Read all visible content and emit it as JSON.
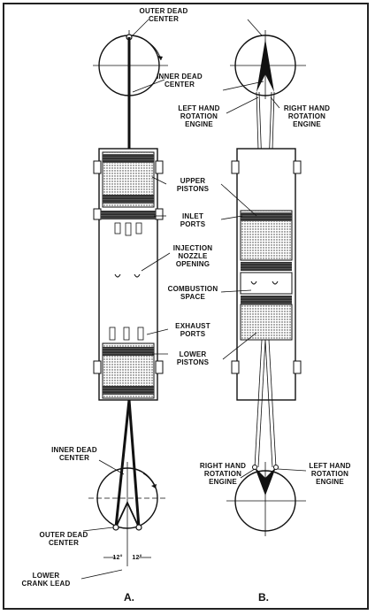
{
  "panels": {
    "a": "A.",
    "b": "B."
  },
  "labels": {
    "outer_dead_center_top": [
      "OUTER DEAD",
      "CENTER"
    ],
    "inner_dead_center_top": [
      "INNER DEAD",
      "CENTER"
    ],
    "left_hand_rotation_engine_top": [
      "LEFT HAND",
      "ROTATION",
      "ENGINE"
    ],
    "right_hand_rotation_engine_top": [
      "RIGHT HAND",
      "ROTATION",
      "ENGINE"
    ],
    "upper_pistons": [
      "UPPER",
      "PISTONS"
    ],
    "inlet_ports": [
      "INLET",
      "PORTS"
    ],
    "injection_nozzle_opening": [
      "INJECTION",
      "NOZZLE",
      "OPENING"
    ],
    "combustion_space": [
      "COMBUSTION",
      "SPACE"
    ],
    "exhaust_ports": [
      "EXHAUST",
      "PORTS"
    ],
    "lower_pistons": [
      "LOWER",
      "PISTONS"
    ],
    "inner_dead_center_bottom": [
      "INNER DEAD",
      "CENTER"
    ],
    "outer_dead_center_bottom": [
      "OUTER DEAD",
      "CENTER"
    ],
    "lower_crank_lead": [
      "LOWER",
      "CRANK LEAD"
    ],
    "right_hand_rotation_engine_bottom": [
      "RIGHT HAND",
      "ROTATION",
      "ENGINE"
    ],
    "left_hand_rotation_engine_bottom": [
      "LEFT HAND",
      "ROTATION",
      "ENGINE"
    ],
    "angle_left": "12°",
    "angle_right": "12°"
  }
}
